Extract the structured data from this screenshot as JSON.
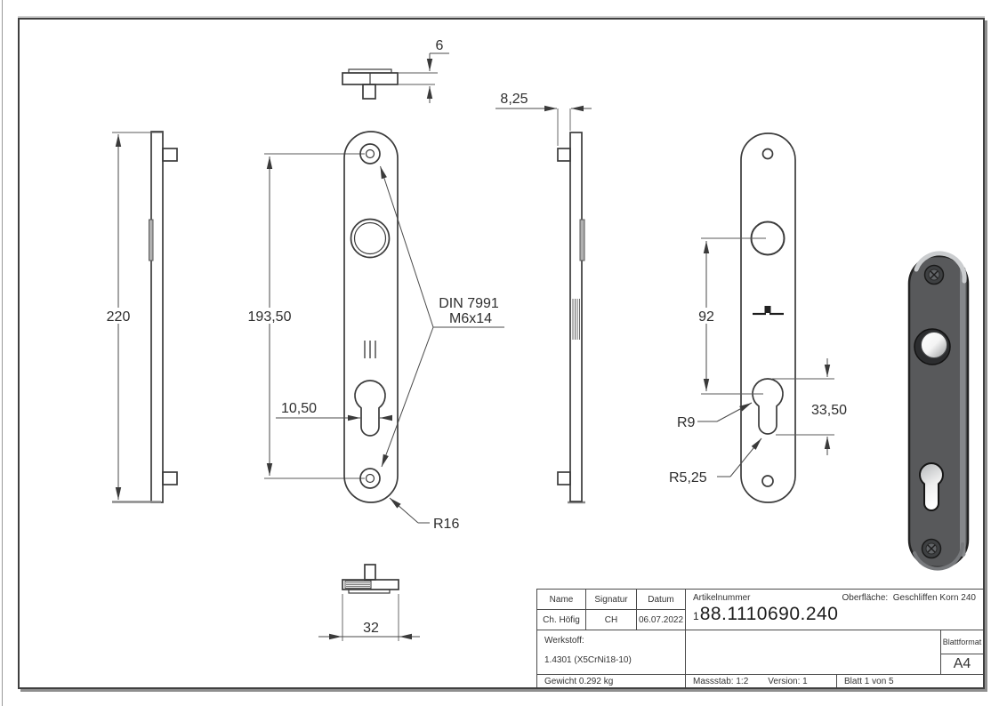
{
  "drawing": {
    "dimensions": {
      "plate_height": "220",
      "screw_hole_distance": "193,50",
      "keyhole_width": "10,50",
      "plate_thickness": "6",
      "pin_projection": "8,25",
      "plate_width": "32",
      "handle_to_cylinder": "92",
      "cylinder_cutout_height": "33,50"
    },
    "radii": {
      "corner": "R16",
      "cylinder_large": "R9",
      "cylinder_small": "R5,25"
    },
    "screw_note": {
      "line1": "DIN 7991",
      "line2": "M6x14"
    }
  },
  "title_block": {
    "col_name": "Name",
    "col_signatur": "Signatur",
    "col_datum": "Datum",
    "name": "Ch. Höfig",
    "signatur": "CH",
    "datum": "06.07.2022",
    "artikelnummer_label": "Artikelnummer",
    "artikelnummer_prefix": "1",
    "artikelnummer": "88.1110690.240",
    "oberflaeche_label": "Oberfläche:",
    "oberflaeche_value": "Geschliffen Korn 240",
    "werkstoff_label": "Werkstoff:",
    "werkstoff_value": "1.4301 (X5CrNi18-10)",
    "blattformat_label": "Blattformat",
    "blattformat_value": "A4",
    "gewicht": "Gewicht 0.292 kg",
    "massstab": "Massstab: 1:2",
    "version": "Version: 1",
    "blatt": "Blatt 1 von 5"
  },
  "colors": {
    "object_line": "#3b3b3b",
    "dimension_line": "#4a4a4a",
    "render_body": "#58595b",
    "frame_shadow": "#8f8f8f"
  }
}
